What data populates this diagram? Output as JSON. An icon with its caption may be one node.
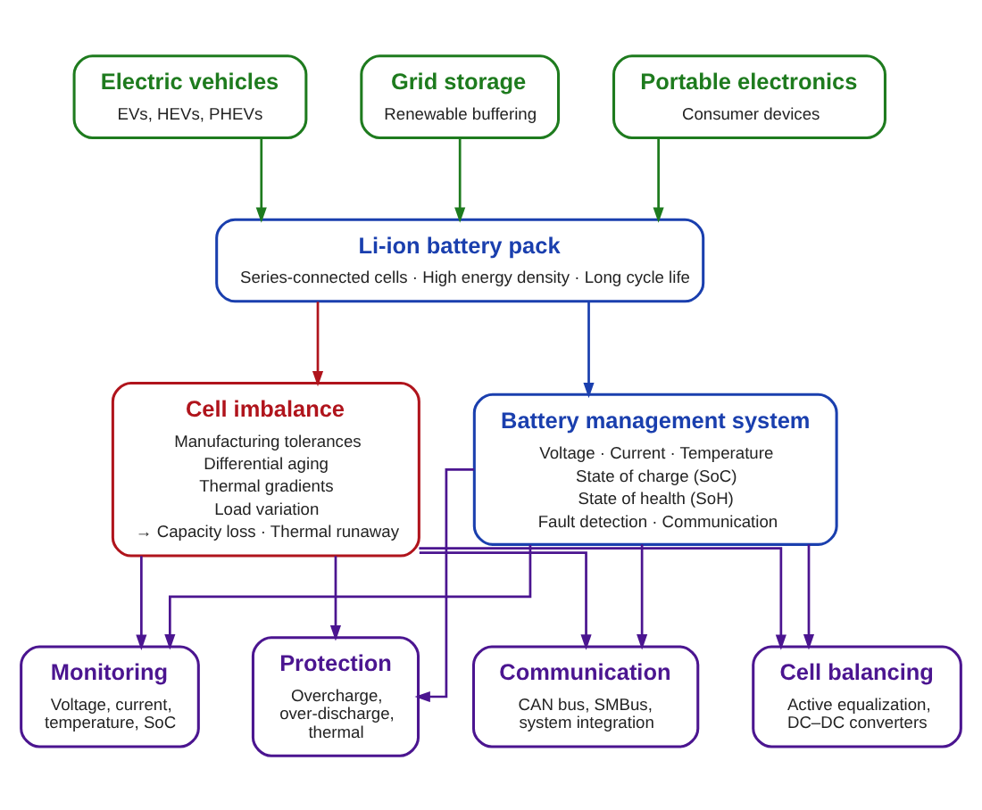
{
  "diagram": {
    "nodes": [
      {
        "text": [
          "Electric vehicles",
          "EVs, HEVs, PHEVs"
        ]
      },
      {
        "text": [
          "Grid storage",
          "Renewable buffering"
        ]
      },
      {
        "text": [
          "Portable electronics",
          "Consumer devices"
        ]
      },
      {
        "text": [
          "Li-ion battery pack",
          "Series-connected cells · High energy density · Long cycle life"
        ]
      },
      {
        "text": [
          "Cell imbalance",
          "Manufacturing tolerances",
          "Differential aging",
          "Thermal gradients",
          "Load variation",
          "→ Capacity loss · Thermal runaway"
        ]
      },
      {
        "text": [
          "Battery management system",
          "Voltage · Current · Temperature",
          "State of charge (SoC)",
          "State of health (SoH)",
          "Fault detection · Communication"
        ]
      },
      {
        "text": [
          "Monitoring",
          "Voltage, current, temperature, SoC"
        ]
      },
      {
        "text": [
          "Protection",
          "Overcharge, over-discharge, thermal"
        ]
      },
      {
        "text": [
          "Communication",
          "CAN bus, SMBus, system integration"
        ]
      },
      {
        "text": [
          "Cell balancing",
          "Active equalization, DC–DC converters"
        ]
      }
    ],
    "edges": [
      {
        "from": 0,
        "to": 3,
        "arrow": "to",
        "color": "#1e7b1e"
      },
      {
        "from": 1,
        "to": 3,
        "arrow": "to",
        "color": "#1e7b1e"
      },
      {
        "from": 2,
        "to": 3,
        "arrow": "to",
        "color": "#1e7b1e"
      },
      {
        "from": 3,
        "to": 4,
        "arrow": "to",
        "color": "#b0141c"
      },
      {
        "from": 3,
        "to": 5,
        "arrow": "to",
        "color": "#1a3fae"
      },
      {
        "from": 4,
        "to": 6,
        "arrow": "to"
      },
      {
        "from": 4,
        "to": 7,
        "arrow": "to"
      },
      {
        "from": 4,
        "to": 8,
        "arrow": "to"
      },
      {
        "from": 4,
        "to": 9,
        "arrow": "to"
      },
      {
        "from": 5,
        "to": 6,
        "arrow": "to"
      },
      {
        "from": 5,
        "to": 7,
        "arrow": "to"
      },
      {
        "from": 5,
        "to": 8,
        "arrow": "to"
      },
      {
        "from": 5,
        "to": 9,
        "arrow": "to"
      }
    ]
  }
}
